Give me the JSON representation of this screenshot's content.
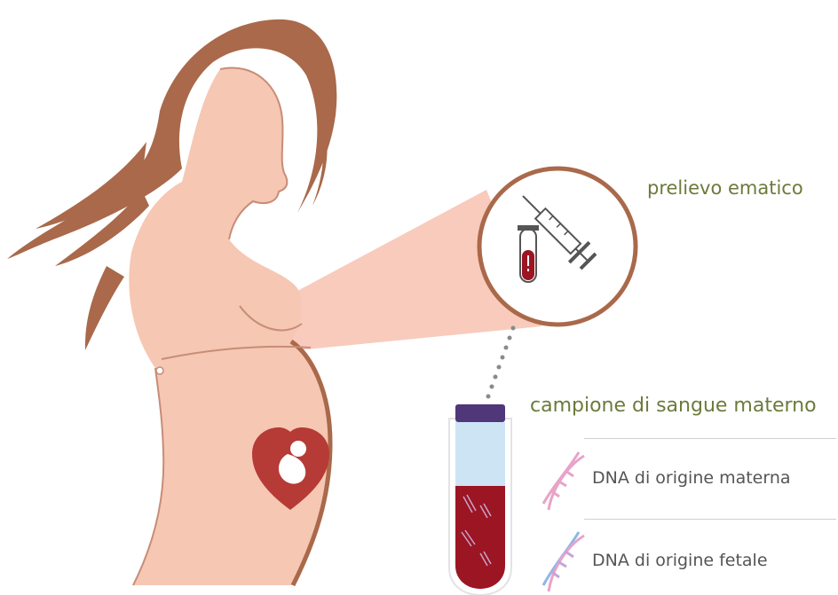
{
  "labels": {
    "blood_draw": "prelievo ematico",
    "maternal_sample": "campione di sangue materno",
    "maternal_dna": "DNA di origine materna",
    "fetal_dna": "DNA di origine fetale"
  },
  "icons": [
    "syringe-icon",
    "blood-tube-icon",
    "heart-fetus-icon",
    "dna-helix-icon"
  ],
  "colors": {
    "skin": "#f6c7b3",
    "outline_brown": "#a9694a",
    "label_green": "#6c7a3c",
    "blood_red": "#9b1523",
    "heart_red": "#b63a35",
    "tube_cap": "#4f3779",
    "plasma_blue": "#cde4f5",
    "dna_pink": "#e8a3c8",
    "dna_blue": "#8fb6e6",
    "text_gray": "#555555"
  }
}
